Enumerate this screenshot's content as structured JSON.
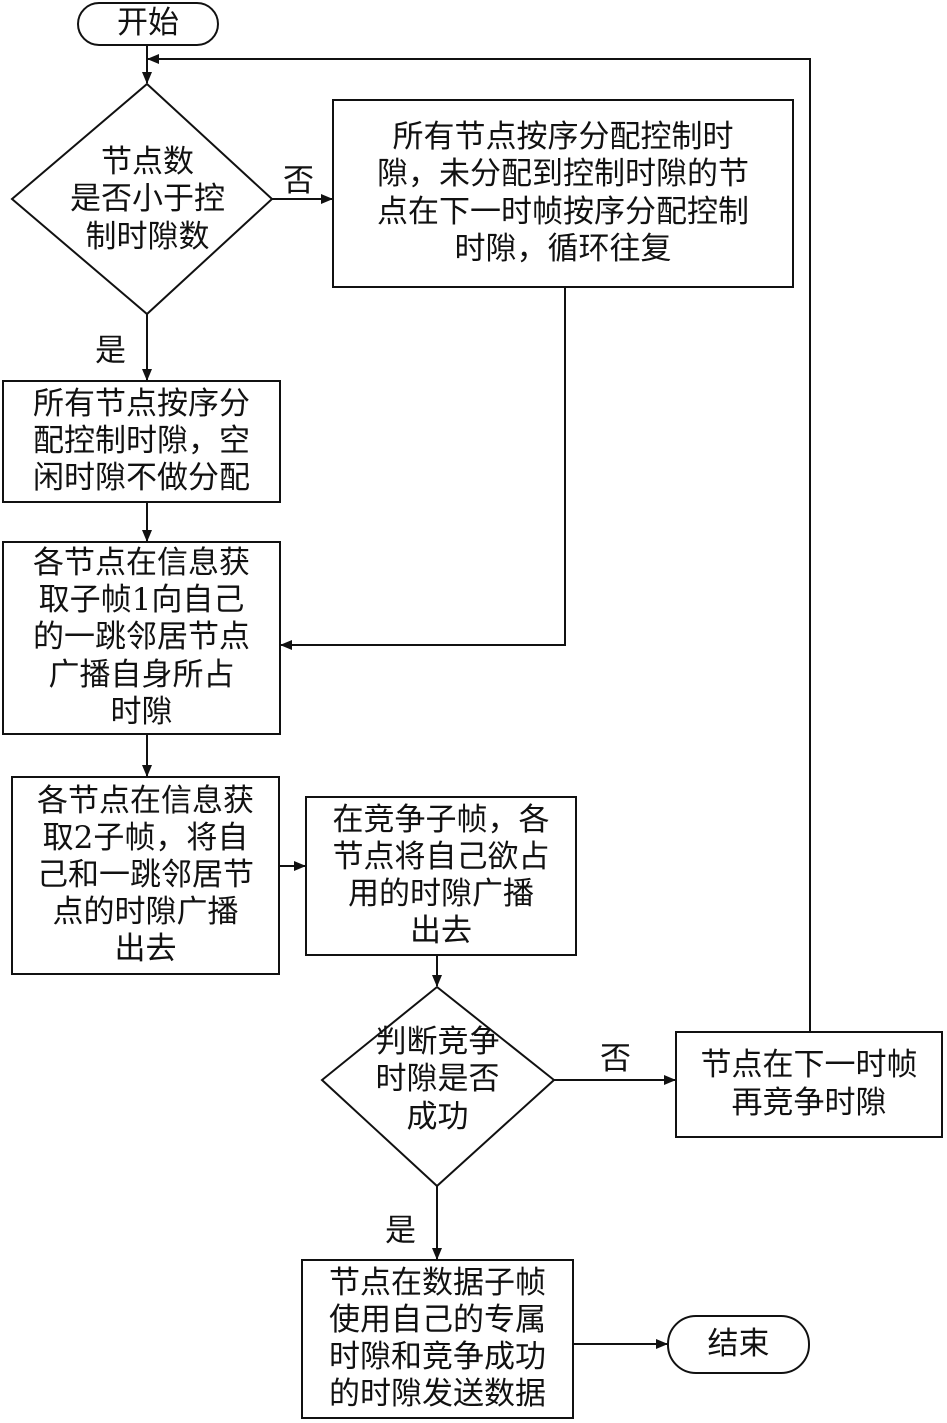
{
  "nodes": {
    "start": "开始",
    "decision_nodes": "节点数\n是否小于控\n制时隙数",
    "assign_cycle": "所有节点按序分配控制时\n隙，未分配到控制时隙的节\n点在下一时帧按序分配控制\n时隙，循环往复",
    "assign_idle": "所有节点按序分\n配控制时隙，空\n闲时隙不做分配",
    "broadcast_sub1": "各节点在信息获\n取子帧1向自己\n的一跳邻居节点\n广播自身所占\n时隙",
    "broadcast_sub2": "各节点在信息获\n取2子帧，将自\n己和一跳邻居节\n点的时隙广播\n出去",
    "contention": "在竞争子帧，各\n节点将自己欲占\n用的时隙广播\n出去",
    "decision_success": "判断竞争\n时隙是否\n成功",
    "retry": "节点在下一时帧\n再竞争时隙",
    "send_data": "节点在数据子帧\n使用自己的专属\n时隙和竞争成功\n的时隙发送数据",
    "end": "结束"
  },
  "edge_labels": {
    "d1_no": "否",
    "d1_yes": "是",
    "d2_no": "否",
    "d2_yes": "是"
  }
}
